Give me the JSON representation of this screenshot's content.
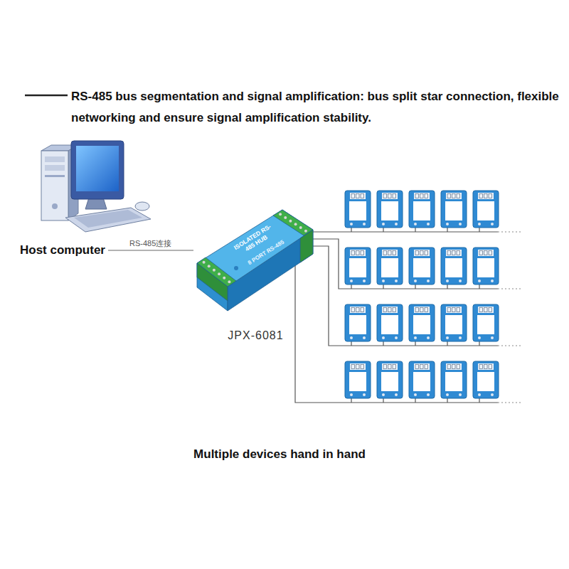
{
  "diagram": {
    "title": "RS-485 bus segmentation and signal amplification: bus split star connection, flexible networking and ensure signal amplification stability.",
    "caption": "Multiple devices hand in hand",
    "nodes": [
      {
        "text": [
          "Host computer"
        ]
      },
      {
        "text": [
          "ISOLATED RS-485 HUB",
          "8 PORT RS-485",
          "JPX-6081"
        ]
      }
    ],
    "edges": [
      {
        "from": 0,
        "to": 1,
        "label": "RS-485连接",
        "arrow": "none"
      }
    ]
  }
}
